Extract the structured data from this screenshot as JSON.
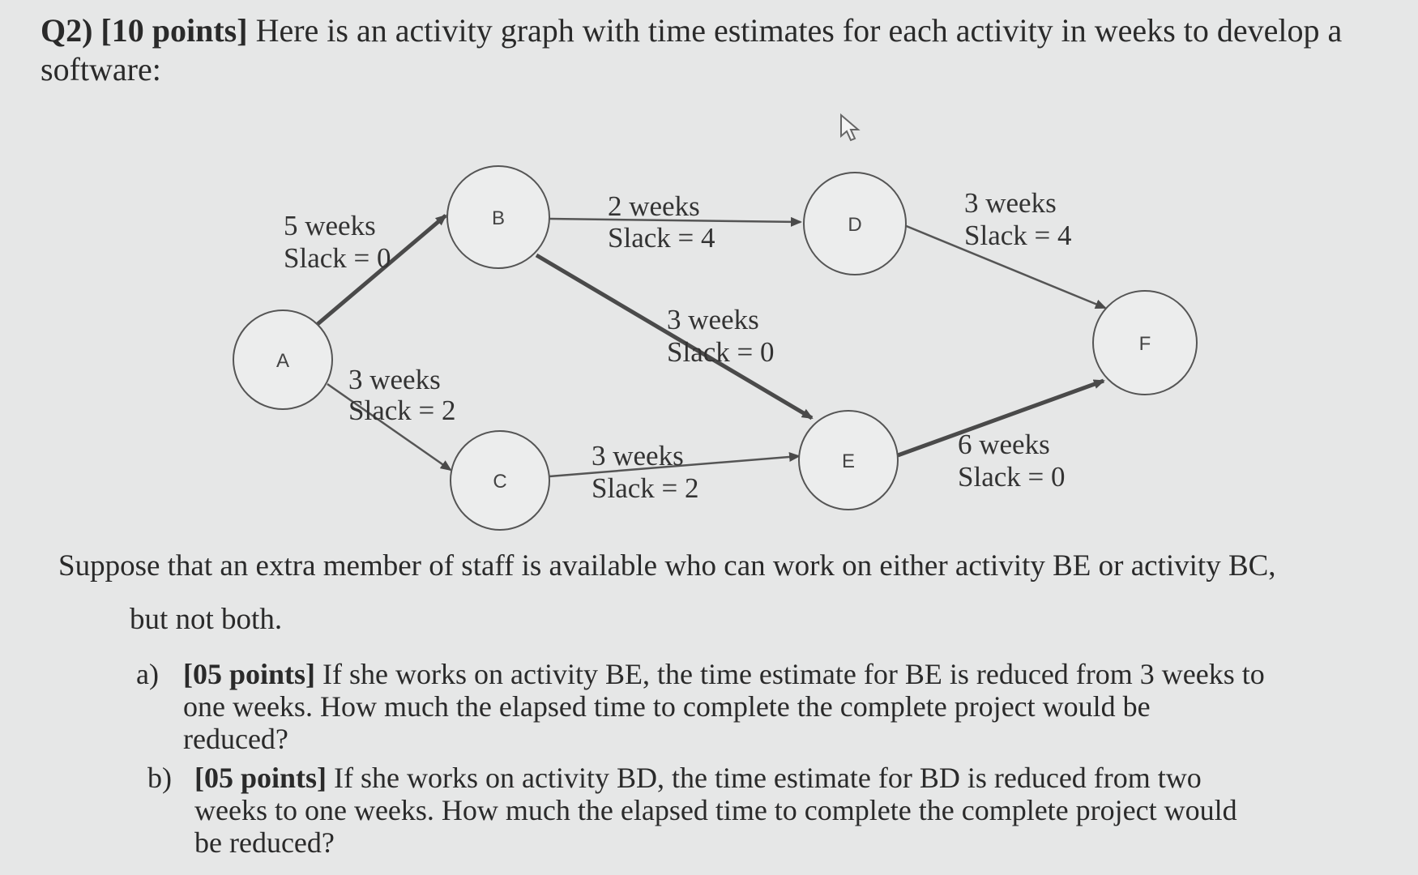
{
  "heading": {
    "label": "Q2) [10 points]",
    "text_line1": " Here is an activity graph with time estimates for each activity in weeks to develop a",
    "text_line2": "software:"
  },
  "graph": {
    "nodes": {
      "A": "A",
      "B": "B",
      "C": "C",
      "D": "D",
      "E": "E",
      "F": "F"
    },
    "edges": {
      "AB": {
        "duration": "5 weeks",
        "slack": "Slack = 0"
      },
      "AC": {
        "duration": "3 weeks",
        "slack": "Slack = 2"
      },
      "BD": {
        "duration": "2 weeks",
        "slack": "Slack = 4"
      },
      "BE": {
        "duration": "3 weeks",
        "slack": "Slack = 0"
      },
      "CE": {
        "duration": "3 weeks",
        "slack": "Slack = 2"
      },
      "DF": {
        "duration": "3 weeks",
        "slack": "Slack = 4"
      },
      "EF": {
        "duration": "6 weeks",
        "slack": "Slack = 0"
      }
    }
  },
  "question": {
    "intro_line1": "Suppose that an extra member of staff is available who can work on either activity BE or activity BC,",
    "intro_line2": "but not both.",
    "part_a": {
      "marker": "a)",
      "points": "[05 points]",
      "line1": " If she works on activity BE, the time estimate for BE is reduced from 3 weeks to",
      "line2": "one weeks.  How much the elapsed time to complete the complete project would be",
      "line3": "reduced?"
    },
    "part_b": {
      "marker": "b)",
      "points": "[05 points]",
      "line1": " If she works on activity BD, the time estimate for BD is reduced from two",
      "line2": "weeks to one weeks.  How much the elapsed time to complete the complete project would",
      "line3": "be reduced?"
    }
  }
}
